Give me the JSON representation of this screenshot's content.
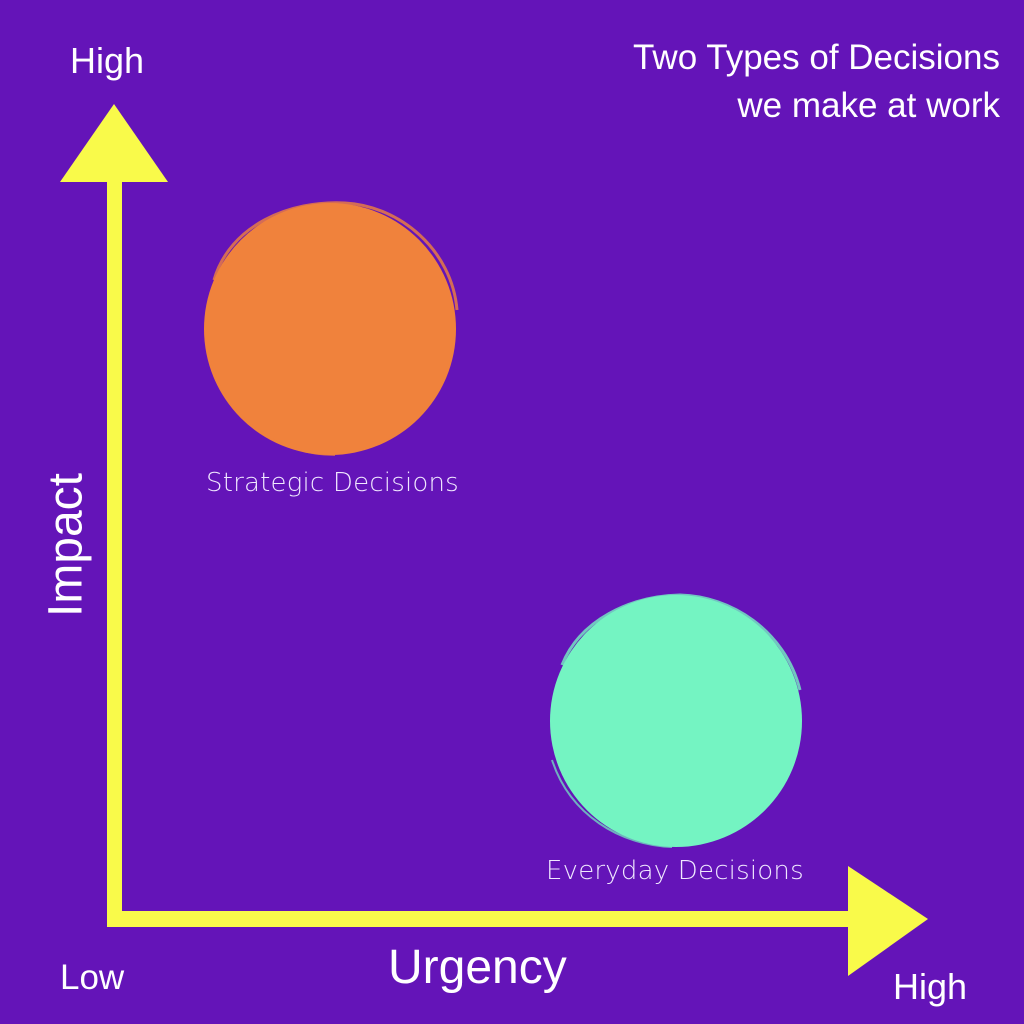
{
  "title": {
    "line1": "Two Types of Decisions",
    "line2": "we make at work"
  },
  "axes": {
    "y": {
      "title": "Impact",
      "high": "High"
    },
    "x": {
      "title": "Urgency",
      "low": "Low",
      "high": "High"
    }
  },
  "bubbles": [
    {
      "label": "Strategic Decisions",
      "color": "#f0823c"
    },
    {
      "label": "Everyday Decisions",
      "color": "#74f4c2"
    }
  ],
  "colors": {
    "background": "#6414b8",
    "axis": "#f9fa4a",
    "text": "#ffffff"
  }
}
